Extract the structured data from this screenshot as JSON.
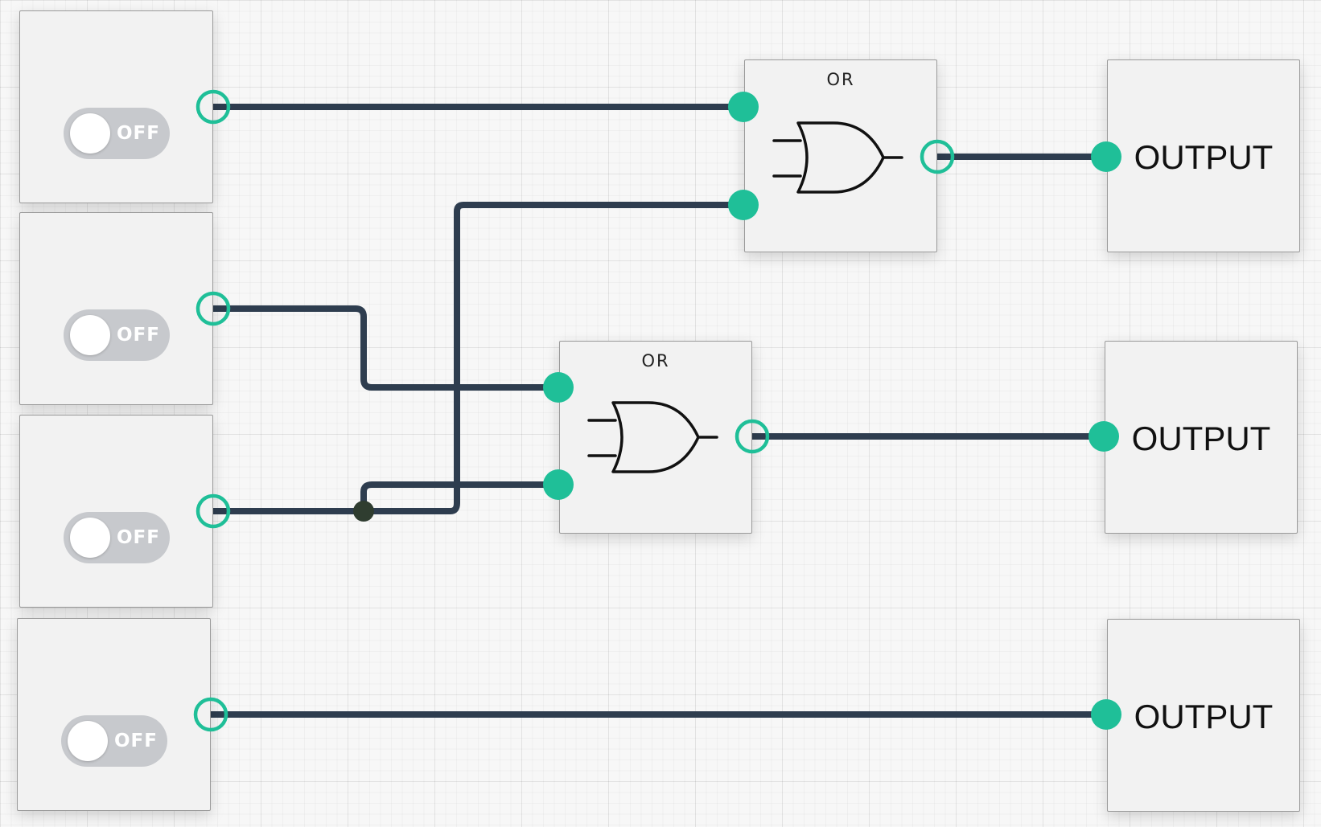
{
  "inputs": [
    {
      "state": "OFF"
    },
    {
      "state": "OFF"
    },
    {
      "state": "OFF"
    },
    {
      "state": "OFF"
    }
  ],
  "gates": [
    {
      "label": "OR"
    },
    {
      "label": "OR"
    }
  ],
  "outputs": [
    {
      "label": "OUTPUT"
    },
    {
      "label": "OUTPUT"
    },
    {
      "label": "OUTPUT"
    }
  ],
  "colors": {
    "wire": "#2e3d4f",
    "port": "#1fbf98",
    "junction": "#2f3d30",
    "switch_off": "#c7c9cd"
  },
  "icons": [
    "or-gate-icon",
    "toggle-switch-icon"
  ]
}
